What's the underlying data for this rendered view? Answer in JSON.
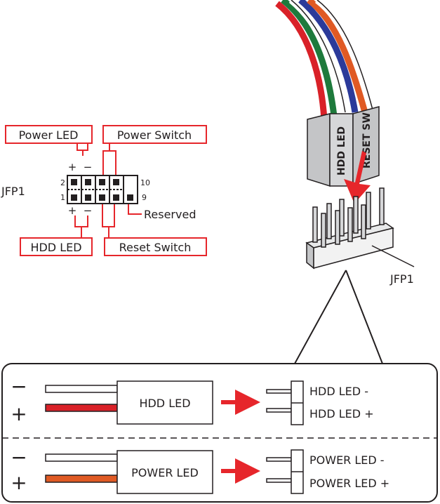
{
  "header_labels": {
    "power_led": "Power LED",
    "power_switch": "Power Switch",
    "hdd_led": "HDD LED",
    "reset_switch": "Reset Switch",
    "reserved": "Reserved",
    "jfp1_left": "JFP1",
    "pin_2": "2",
    "pin_1": "1",
    "pin_10": "10",
    "pin_9": "9",
    "plus_top": "+",
    "minus_top": "−",
    "plus_bottom": "+",
    "minus_bottom": "−"
  },
  "connector_labels": {
    "hdd_led_plug": "HDD LED",
    "reset_sw_plug": "RESET SW",
    "jfp1_right": "JFP1"
  },
  "detail_panel": {
    "hdd_section": {
      "minus": "−",
      "plus": "+",
      "box_label": "HDD LED",
      "pin_minus": "HDD LED -",
      "pin_plus": "HDD LED +"
    },
    "power_section": {
      "minus": "−",
      "plus": "+",
      "box_label": "POWER LED",
      "pin_minus": "POWER LED -",
      "pin_plus": "POWER LED +"
    }
  },
  "colors": {
    "accent_red": "#e6262b",
    "wire_red": "#d92128",
    "wire_orange": "#e05a24",
    "wire_green": "#1e7a3c",
    "wire_blue": "#2b3a9a",
    "plug_gray": "#c4c5c7",
    "ink": "#231f20"
  }
}
